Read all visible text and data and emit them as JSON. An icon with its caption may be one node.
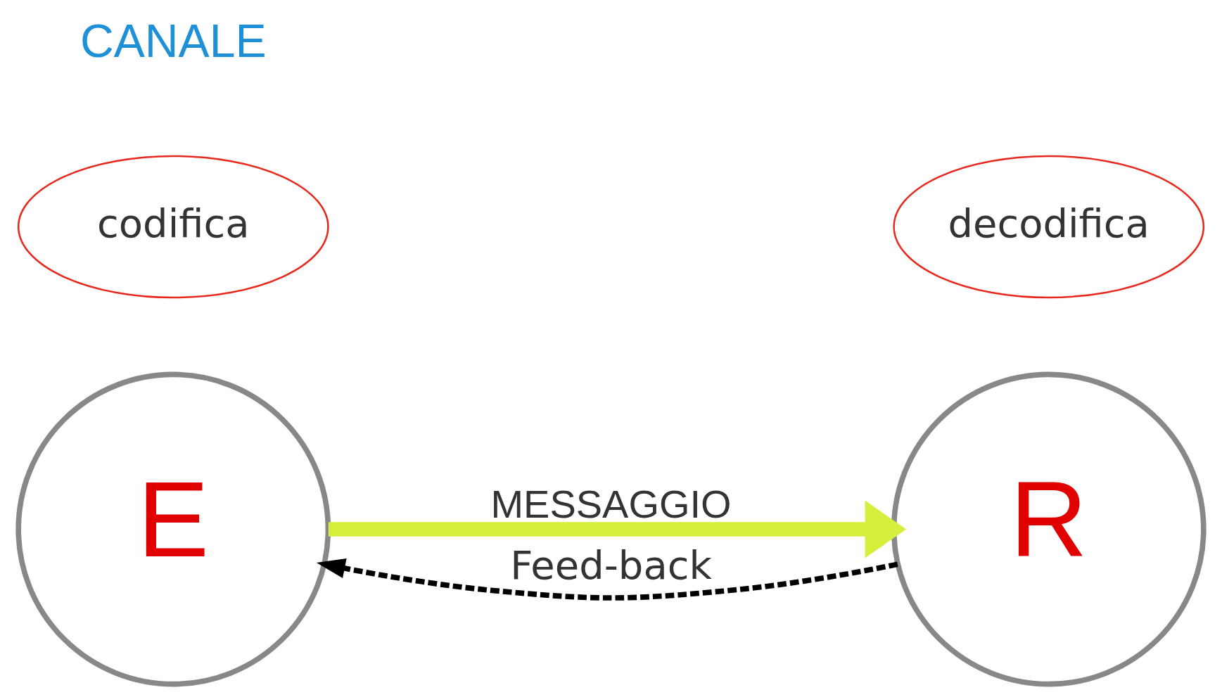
{
  "diagram": {
    "nodes": [
      {
        "text": [
          "codifica"
        ]
      },
      {
        "text": [
          "decodifica"
        ]
      },
      {
        "text": [
          "E"
        ]
      },
      {
        "text": [
          "R"
        ]
      }
    ],
    "edges": [
      {
        "from": 2,
        "to": 3,
        "arrow": "to",
        "label": "MESSAGGIO",
        "style": "thick",
        "color": "#d8ee3c"
      },
      {
        "from": 3,
        "to": 2,
        "arrow": "to",
        "label": "Feed-back",
        "style": "dashed",
        "color": "#000000"
      }
    ],
    "labels": [
      "CANALE"
    ]
  }
}
